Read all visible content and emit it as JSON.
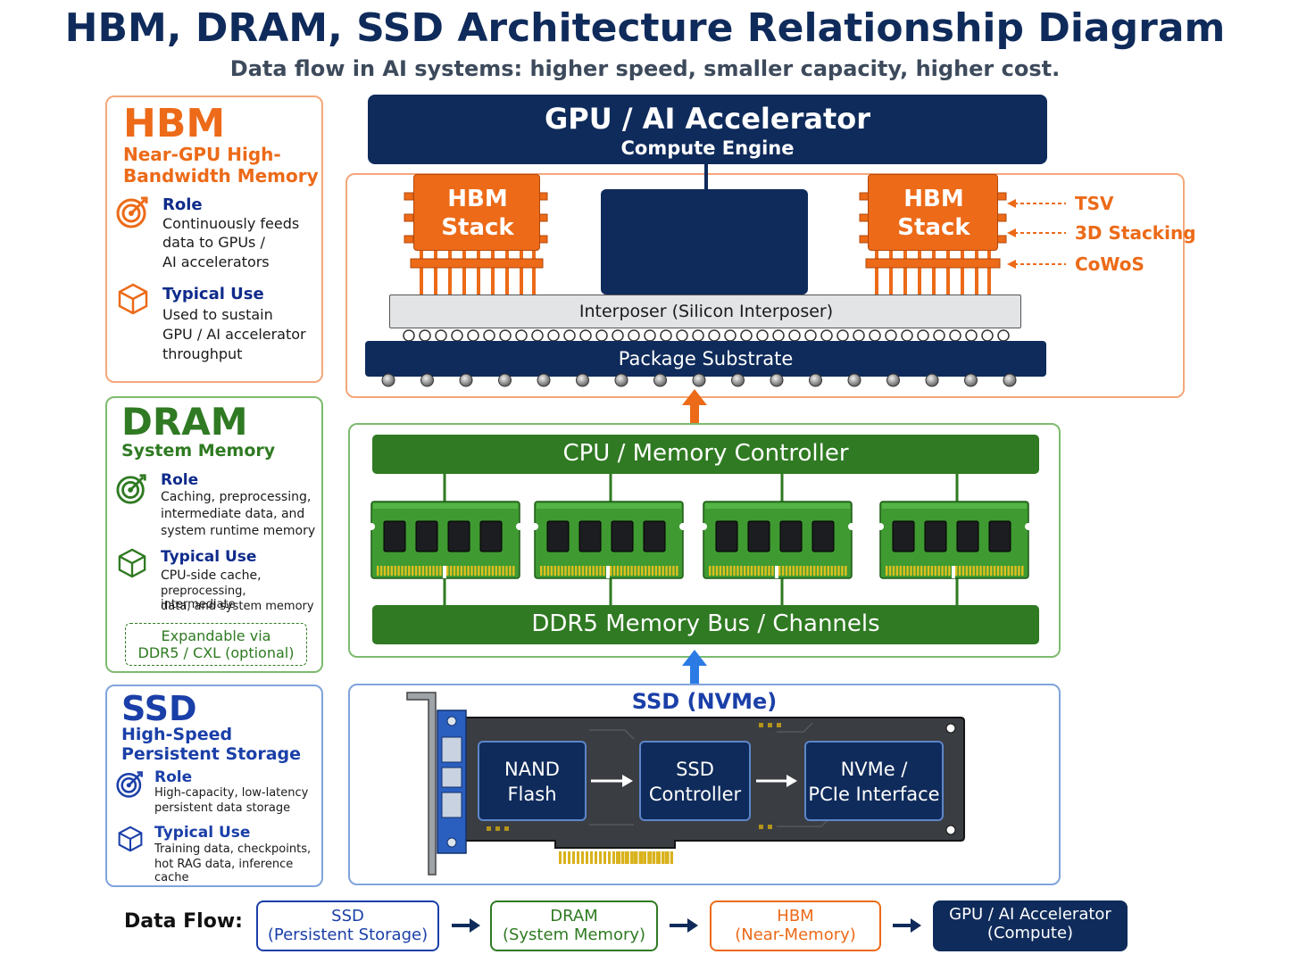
{
  "header": {
    "title": "HBM, DRAM, SSD Architecture Relationship Diagram",
    "subtitle": "Data flow in AI systems: higher speed, smaller capacity, higher cost."
  },
  "colors": {
    "navy": "#0f2b5b",
    "orange": "#ec6a18",
    "green": "#2f7a22",
    "blue": "#1a3fa8"
  },
  "hbm_card": {
    "title": "HBM",
    "subtitle_l1": "Near-GPU High-",
    "subtitle_l2": "Bandwidth Memory",
    "role_label": "Role",
    "role_l1": "Continuously feeds",
    "role_l2": "data to GPUs /",
    "role_l3": "AI accelerators",
    "use_label": "Typical Use",
    "use_l1": "Used to sustain",
    "use_l2": "GPU / AI accelerator",
    "use_l3": "throughput"
  },
  "dram_card": {
    "title": "DRAM",
    "subtitle": "System Memory",
    "role_label": "Role",
    "role_l1": "Caching, preprocessing,",
    "role_l2": "intermediate data, and",
    "role_l3": "system runtime memory",
    "use_label": "Typical Use",
    "use_l1": "CPU-side cache,",
    "use_l2": "preprocessing, intermediate",
    "use_l3": "data, and system memory",
    "expand_l1": "Expandable via",
    "expand_l2": "DDR5 / CXL (optional)"
  },
  "ssd_card": {
    "title": "SSD",
    "subtitle_l1": "High-Speed",
    "subtitle_l2": "Persistent Storage",
    "role_label": "Role",
    "role_l1": "High-capacity, low-latency",
    "role_l2": "persistent data storage",
    "use_label": "Typical Use",
    "use_l1": "Training data, checkpoints,",
    "use_l2": "hot RAG data, inference cache"
  },
  "gpu": {
    "title": "GPU / AI Accelerator",
    "subtitle": "Compute Engine"
  },
  "hbm_stack": {
    "line1": "HBM",
    "line2": "Stack"
  },
  "callouts": {
    "tsv": "TSV",
    "stacking": "3D Stacking",
    "cowos": "CoWoS"
  },
  "interposer": "Interposer (Silicon Interposer)",
  "substrate": "Package Substrate",
  "cpu_controller": "CPU / Memory Controller",
  "ddr_bus": "DDR5 Memory Bus / Channels",
  "ssd_panel": {
    "title": "SSD (NVMe)",
    "nand_l1": "NAND",
    "nand_l2": "Flash",
    "ctrl_l1": "SSD",
    "ctrl_l2": "Controller",
    "nvme_l1": "NVMe /",
    "nvme_l2": "PCIe Interface"
  },
  "flow": {
    "label": "Data Flow:",
    "s1_l1": "SSD",
    "s1_l2": "(Persistent Storage)",
    "s2_l1": "DRAM",
    "s2_l2": "(System Memory)",
    "s3_l1": "HBM",
    "s3_l2": "(Near-Memory)",
    "s4_l1": "GPU / AI Accelerator",
    "s4_l2": "(Compute)"
  }
}
